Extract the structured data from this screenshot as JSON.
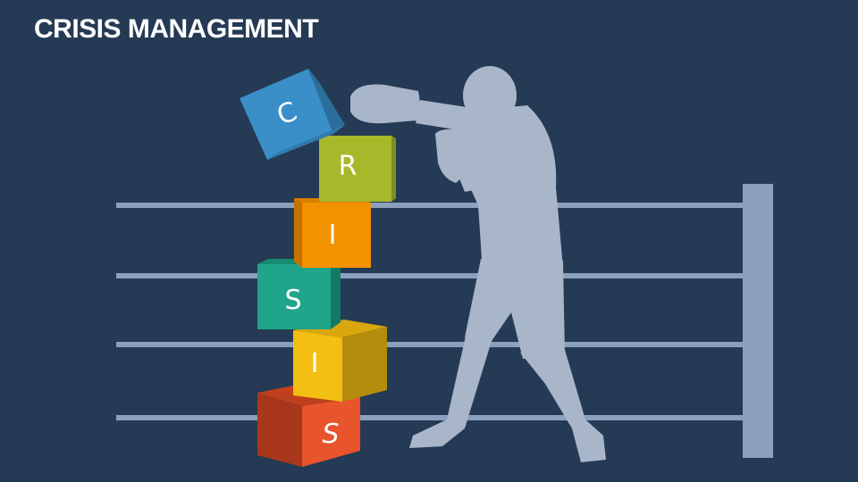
{
  "slide": {
    "title": "CRISIS MANAGEMENT",
    "background": "#253a54"
  },
  "blocks": [
    {
      "letter": "C",
      "color": "#3a8fc9"
    },
    {
      "letter": "R",
      "color": "#a6b92a"
    },
    {
      "letter": "I",
      "color": "#f39200"
    },
    {
      "letter": "S",
      "color": "#1fa58a"
    },
    {
      "letter": "I",
      "color": "#f2bf12"
    },
    {
      "letter": "S",
      "color": "#e8542b"
    }
  ],
  "scene": {
    "ring_color": "#8aa0bd",
    "boxer_icon": "boxer-silhouette-icon",
    "boxer_color": "#a9b6c9"
  }
}
